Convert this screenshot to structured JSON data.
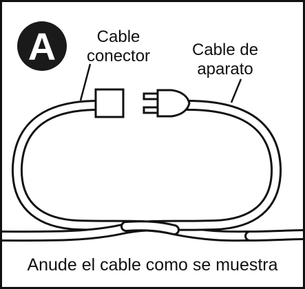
{
  "badge": {
    "letter": "A"
  },
  "labels": {
    "connector_line1": "Cable",
    "connector_line2": "conector",
    "appliance_line1": "Cable de",
    "appliance_line2": "aparato"
  },
  "caption": "Anude el cable como se muestra",
  "icons": [
    "connector-socket-icon",
    "plug-icon",
    "cord-knot-icon"
  ],
  "colors": {
    "ink": "#111111",
    "background": "#ffffff"
  }
}
